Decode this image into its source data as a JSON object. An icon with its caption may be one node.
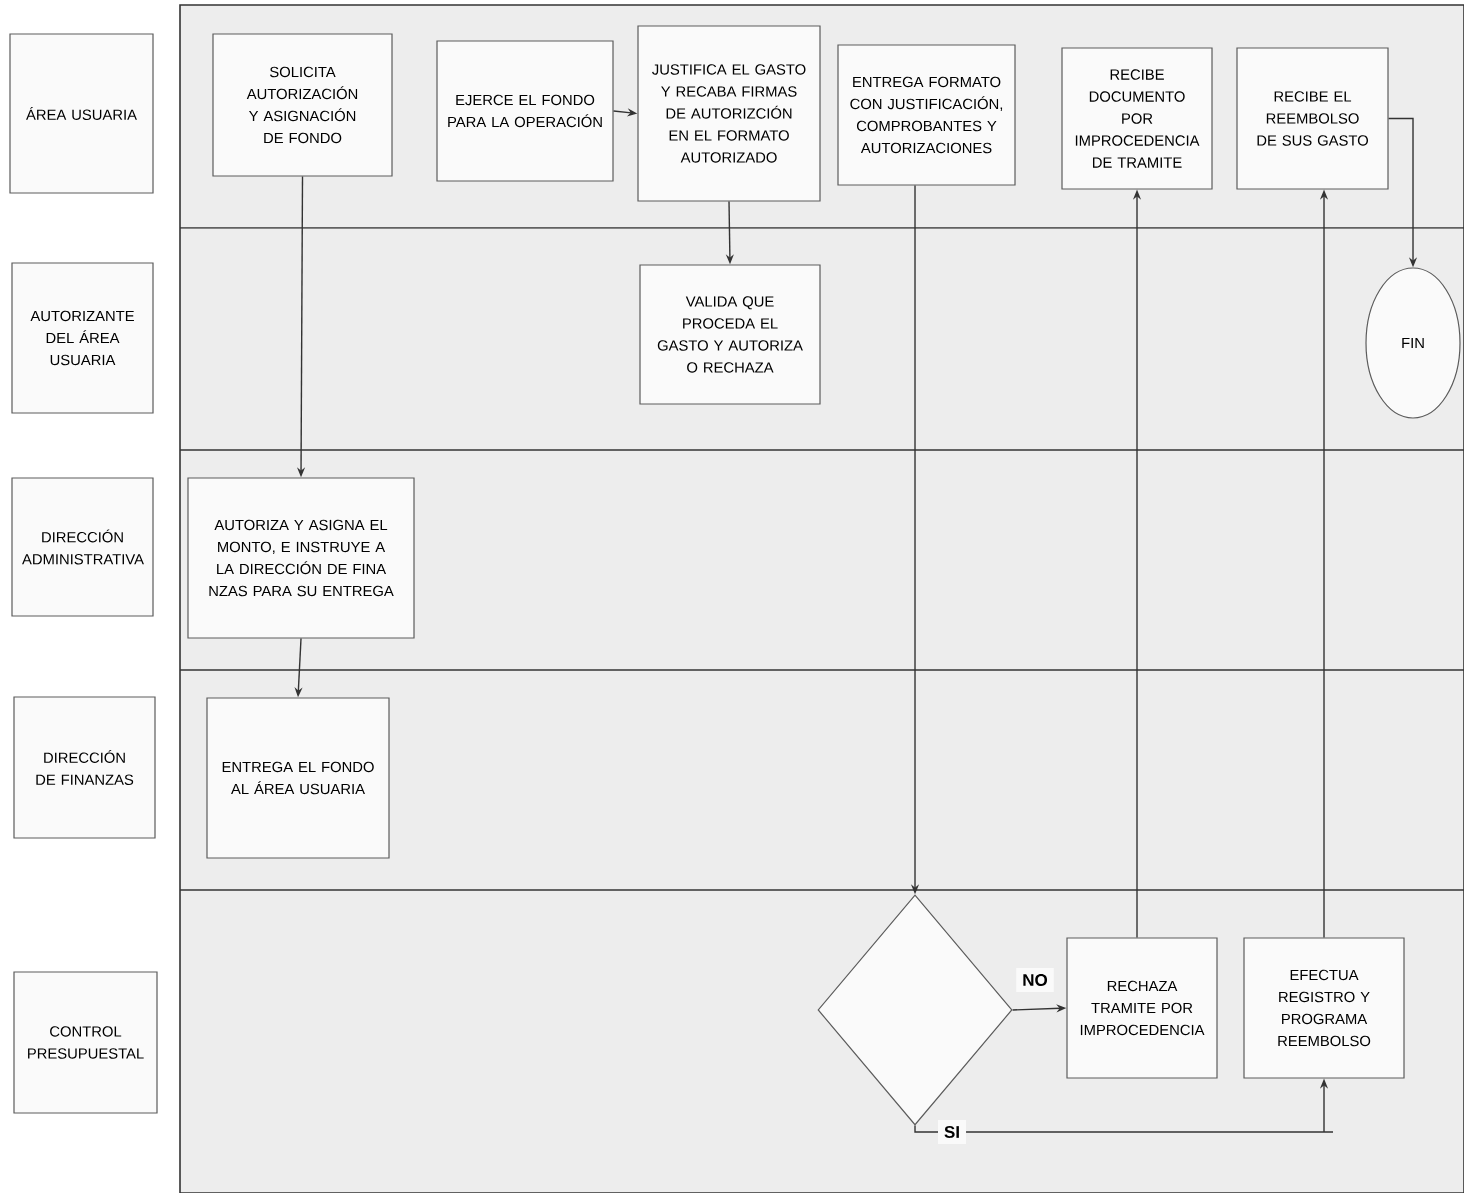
{
  "diagram": {
    "nodes": [
      {
        "text": [
          "ÁREA USUARIA"
        ]
      },
      {
        "text": [
          "AUTORIZANTE DEL ÁREA USUARIA"
        ]
      },
      {
        "text": [
          "DIRECCIÓN ADMINISTRATIVA"
        ]
      },
      {
        "text": [
          "DIRECCIÓN DE FINANZAS"
        ]
      },
      {
        "text": [
          "CONTROL PRESUPUESTAL"
        ]
      },
      {
        "text": [
          "SOLICITA AUTORIZACIÓN Y ASIGNACIÓN DE FONDO"
        ]
      },
      {
        "text": [
          "EJERCE EL FONDO PARA LA OPERACIÓN"
        ]
      },
      {
        "text": [
          "JUSTIFICA EL GASTO Y RECABA FIRMAS DE AUTORIZCIÓN EN EL FORMATO AUTORIZADO"
        ]
      },
      {
        "text": [
          "ENTREGA FORMATO CON JUSTIFICACIÓN, COMPROBANTES Y AUTORIZACIONES"
        ]
      },
      {
        "text": [
          "RECIBE DOCUMENTO POR IMPROCEDENCIA DE TRAMITE"
        ]
      },
      {
        "text": [
          "RECIBE EL REEMBOLSO DE SUS GASTO"
        ]
      },
      {
        "text": [
          "VALIDA QUE PROCEDA EL GASTO Y AUTORIZA O RECHAZA"
        ]
      },
      {
        "text": [
          "FIN"
        ]
      },
      {
        "text": [
          "AUTORIZA Y ASIGNA EL MONTO, E INSTRUYE A LA DIRECCIÓN DE FINA NZAS PARA SU ENTREGA"
        ]
      },
      {
        "text": [
          "ENTREGA EL FONDO AL ÁREA USUARIA"
        ]
      },
      {
        "text": [],
        "shape": "diamond"
      },
      {
        "text": [
          "RECHAZA TRAMITE POR IMPROCEDENCIA"
        ]
      },
      {
        "text": [
          "EFECTUA REGISTRO Y PROGRAMA REEMBOLSO"
        ]
      }
    ],
    "edges": [
      {
        "from": 5,
        "to": 13,
        "arrow": "to"
      },
      {
        "from": 13,
        "to": 14,
        "arrow": "to"
      },
      {
        "from": 6,
        "to": 7,
        "arrow": "to"
      },
      {
        "from": 7,
        "to": 11,
        "arrow": "to"
      },
      {
        "from": 8,
        "to": 15,
        "arrow": "to"
      },
      {
        "from": 15,
        "to": 16,
        "arrow": "to",
        "label": "NO"
      },
      {
        "from": 15,
        "to": 17,
        "arrow": "to",
        "label": "SI"
      },
      {
        "from": 16,
        "to": 9,
        "arrow": "to"
      },
      {
        "from": 17,
        "to": 10,
        "arrow": "to"
      },
      {
        "from": 10,
        "to": 12,
        "arrow": "to"
      }
    ]
  }
}
